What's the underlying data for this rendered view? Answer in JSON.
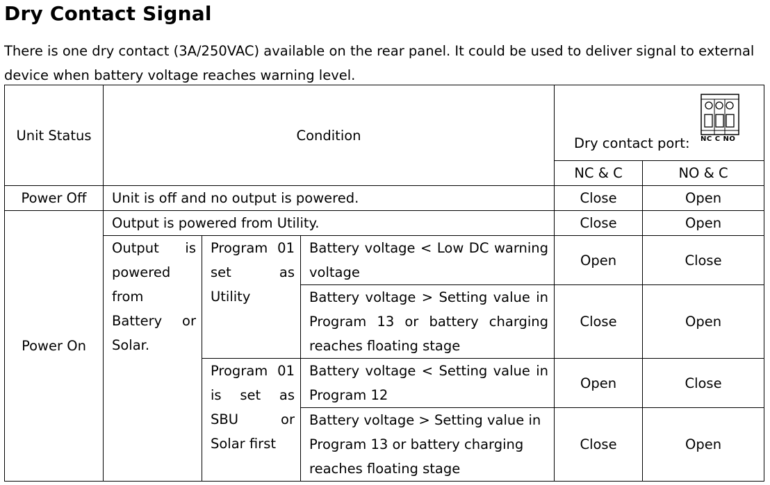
{
  "title": "Dry Contact Signal",
  "intro": "There is one dry contact (3A/250VAC) available on the rear panel. It could be used to deliver signal to external device when battery voltage reaches warning level.",
  "table": {
    "headers": {
      "unit_status": "Unit Status",
      "condition": "Condition",
      "port_label": "Dry contact port:",
      "connector_label": "NC C NO",
      "nc_c": "NC & C",
      "no_c": "NO & C"
    },
    "power_off": {
      "status": "Power Off",
      "condition": "Unit is off and no output is powered.",
      "nc_c": "Close",
      "no_c": "Open"
    },
    "power_on": {
      "status": "Power On",
      "utility_row": {
        "condition": "Output is powered from Utility.",
        "nc_c": "Close",
        "no_c": "Open"
      },
      "battery_label": "Output is powered from Battery or Solar.",
      "program_utility": "Program 01 set as Utility",
      "program_sbu": "Program 01 is set as SBU or Solar first",
      "rows": [
        {
          "condition": "Battery voltage < Low DC warning voltage",
          "nc_c": "Open",
          "no_c": "Close"
        },
        {
          "condition": "Battery voltage > Setting value in Program 13 or battery charging reaches floating stage",
          "nc_c": "Close",
          "no_c": "Open"
        },
        {
          "condition": "Battery voltage < Setting value in Program 12",
          "nc_c": "Open",
          "no_c": "Close"
        },
        {
          "condition": "Battery voltage > Setting value in Program 13 or battery charging reaches floating stage",
          "nc_c": "Close",
          "no_c": "Open"
        }
      ]
    }
  }
}
